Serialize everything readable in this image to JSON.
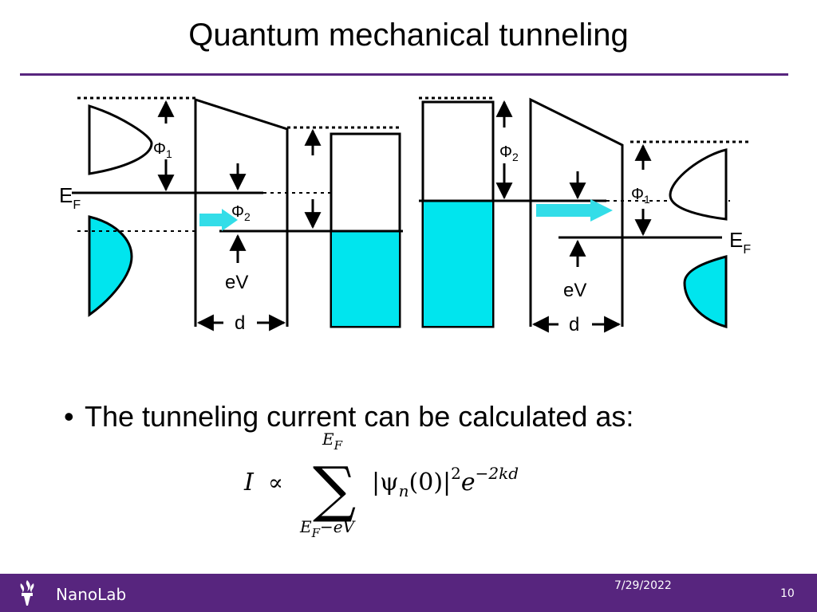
{
  "slide": {
    "title": "Quantum mechanical tunneling",
    "bullet": "The tunneling current can be calculated as:"
  },
  "diagram": {
    "left": {
      "ef_main": "E",
      "ef_sub": "F",
      "phi1_main": "Φ",
      "phi1_sub": "1",
      "phi2_main": "Φ",
      "phi2_sub": "2",
      "ev": "eV",
      "d": "d"
    },
    "right": {
      "ef_main": "E",
      "ef_sub": "F",
      "phi1_main": "Φ",
      "phi1_sub": "1",
      "phi2_main": "Φ",
      "phi2_sub": "2",
      "ev": "eV",
      "d": "d"
    }
  },
  "formula": {
    "lhs": "I",
    "prop": "∝",
    "sum": "∑",
    "upper_main": "E",
    "upper_sub": "F",
    "lower_main": "E",
    "lower_sub": "F",
    "lower_rest": "−eV",
    "bar_open": "|",
    "psi": "ψ",
    "psi_sub": "n",
    "psi_arg": "(0)",
    "bar_close": "|",
    "sq": "2",
    "e": "e",
    "exp": "−2kd"
  },
  "footer": {
    "org": "NanoLab",
    "date": "7/29/2022",
    "page": "10"
  },
  "colors": {
    "accent": "#57257e",
    "fill": "#00e5ee",
    "arrow": "#33dde8"
  }
}
